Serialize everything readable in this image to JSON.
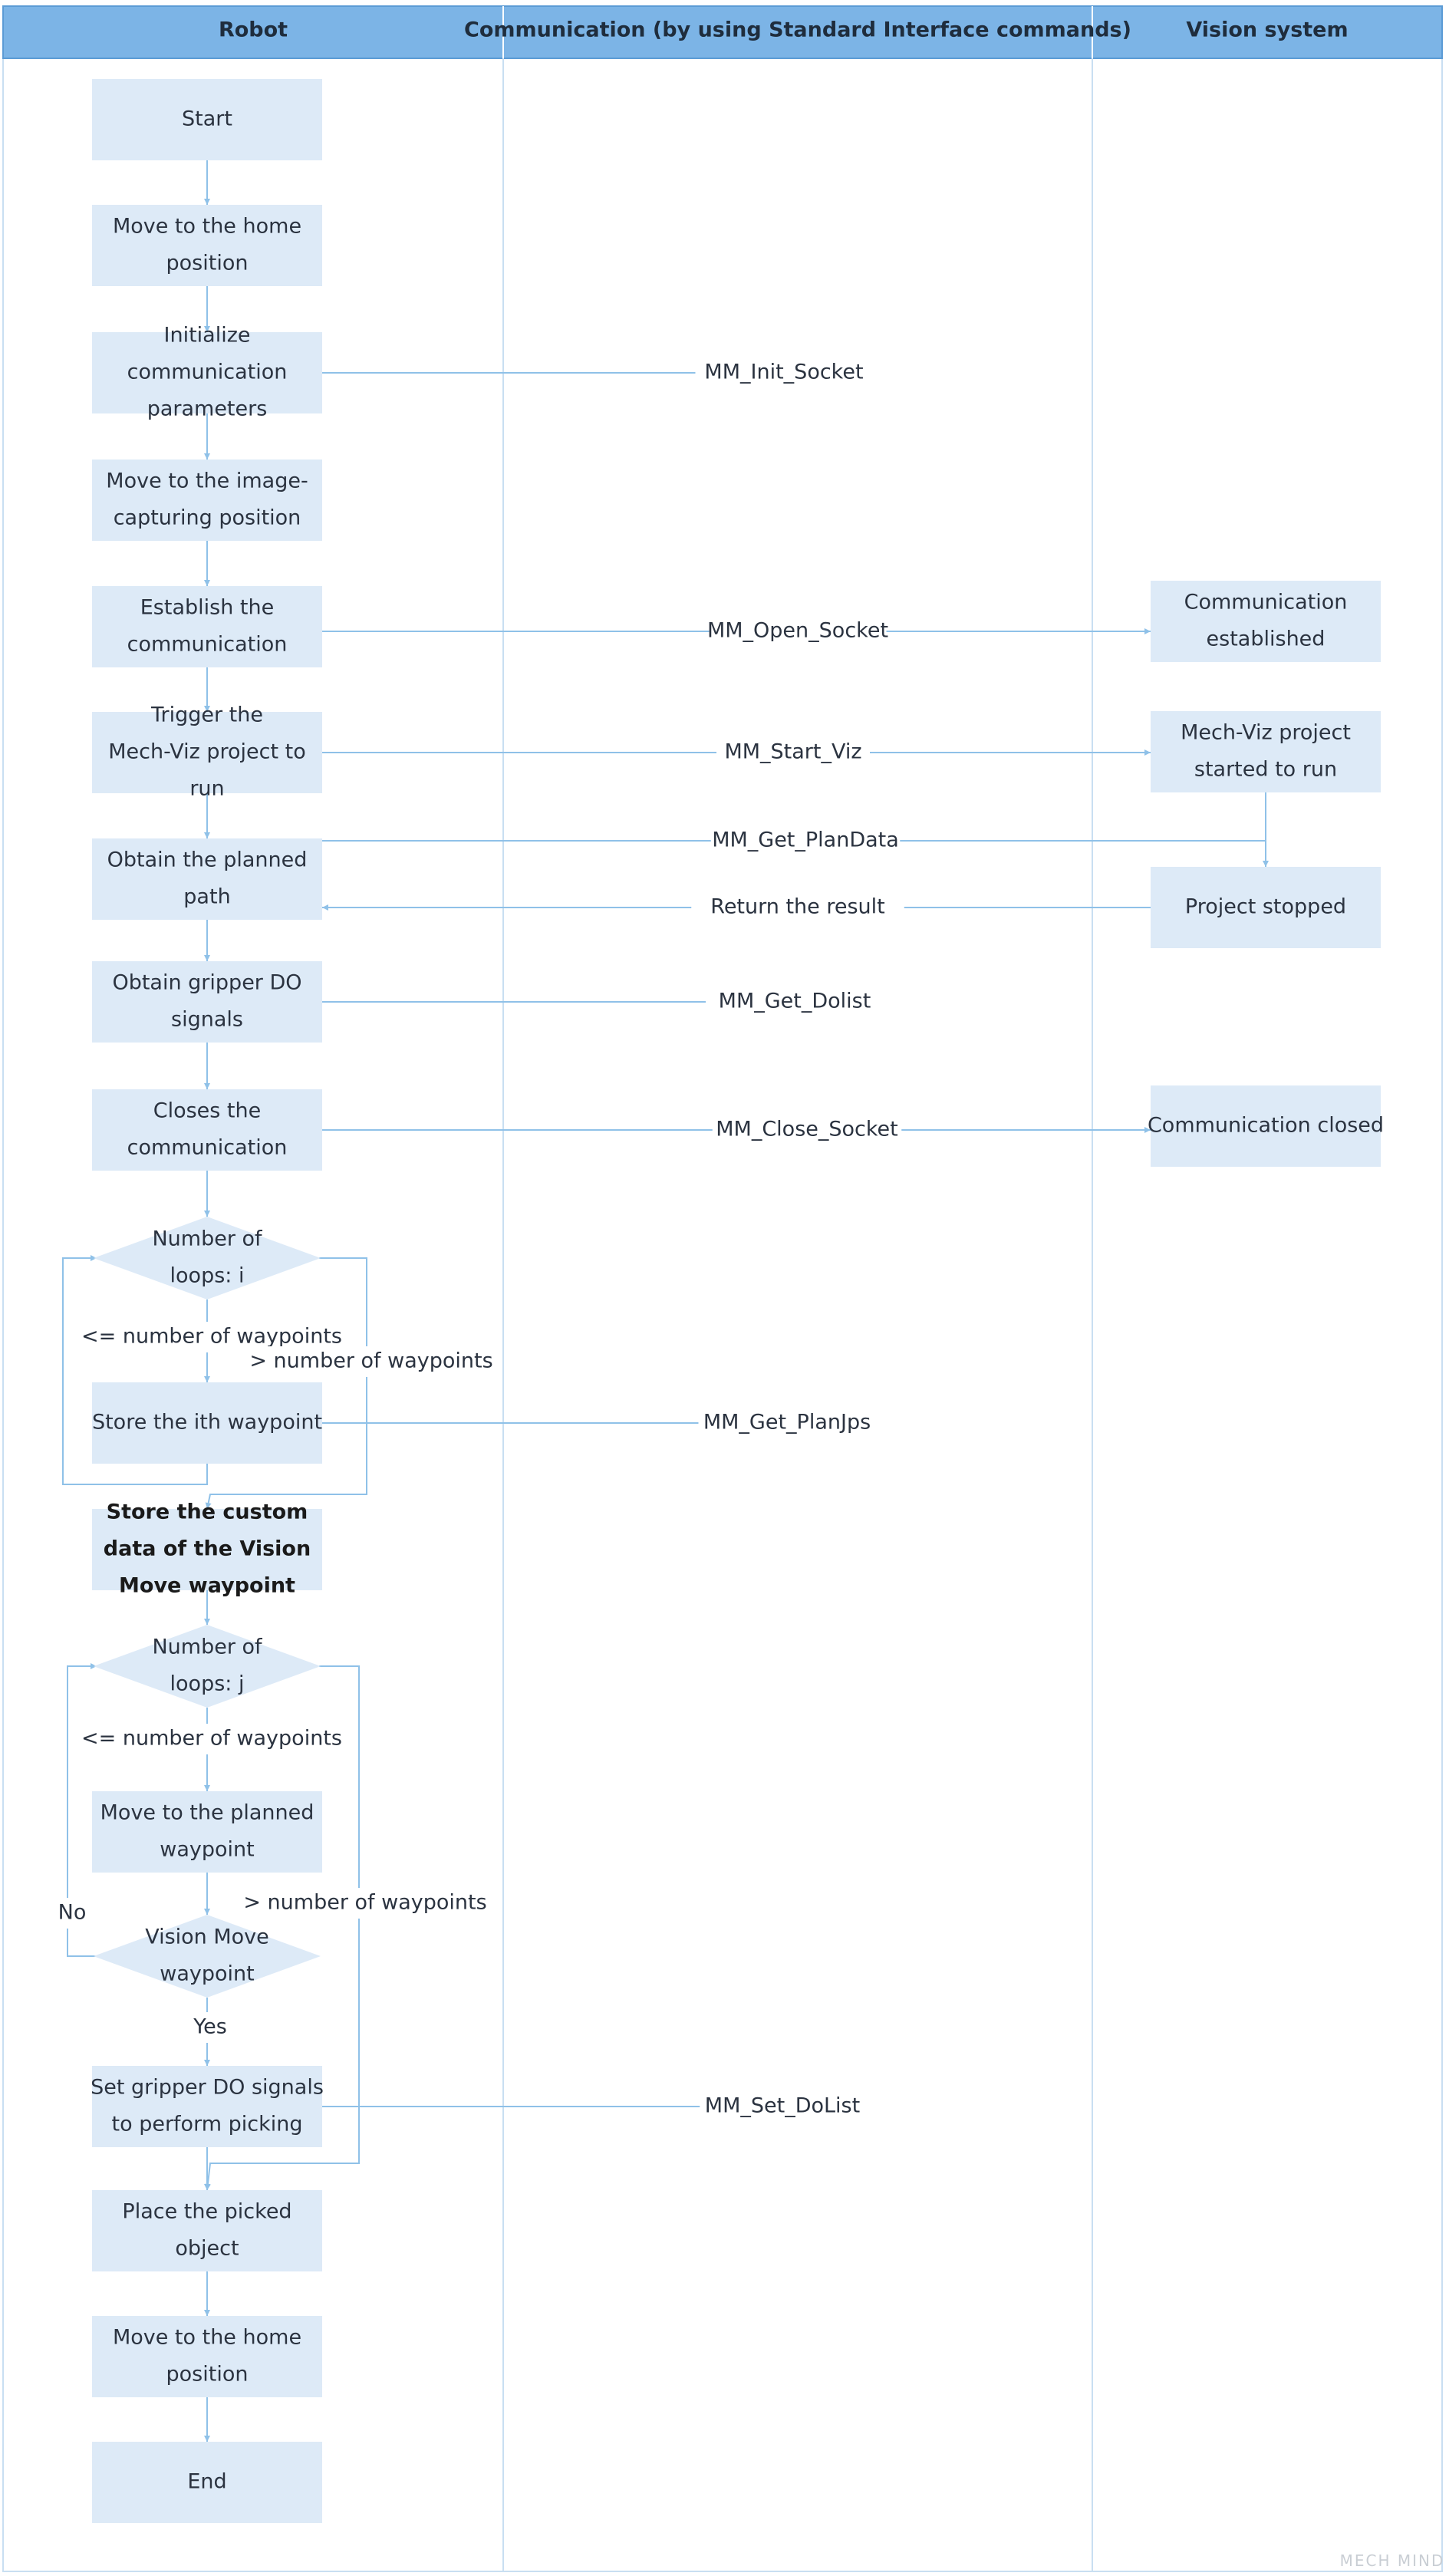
{
  "colors": {
    "header_fill": "#7cb4e6",
    "header_border": "#5b9bd5",
    "lane_border": "#c9dff2",
    "node_fill": "#ddeaf7",
    "connector": "#8fc1e8",
    "text": "#2b3340"
  },
  "lanes": [
    {
      "id": "robot",
      "title": "Robot"
    },
    {
      "id": "comm",
      "title": "Communication (by using Standard Interface commands)"
    },
    {
      "id": "vision",
      "title": "Vision system"
    }
  ],
  "nodes": [
    {
      "id": "start",
      "shape": "rect",
      "lines": [
        "Start"
      ]
    },
    {
      "id": "home1",
      "shape": "rect",
      "lines": [
        "Move to the home",
        "position"
      ]
    },
    {
      "id": "init",
      "shape": "rect",
      "lines": [
        "Initialize",
        "communication",
        "parameters"
      ]
    },
    {
      "id": "capture",
      "shape": "rect",
      "lines": [
        "Move to the image-",
        "capturing position"
      ]
    },
    {
      "id": "establish",
      "shape": "rect",
      "lines": [
        "Establish the",
        "communication"
      ]
    },
    {
      "id": "trigger",
      "shape": "rect",
      "lines": [
        "Trigger the",
        "Mech-Viz project to",
        "run"
      ]
    },
    {
      "id": "obtainpath",
      "shape": "rect",
      "lines": [
        "Obtain the planned",
        "path"
      ]
    },
    {
      "id": "obtaindo",
      "shape": "rect",
      "lines": [
        "Obtain gripper DO",
        "signals"
      ]
    },
    {
      "id": "closes",
      "shape": "rect",
      "lines": [
        "Closes the",
        "communication"
      ]
    },
    {
      "id": "loopi",
      "shape": "diamond",
      "lines": [
        "Number of",
        "loops: i"
      ]
    },
    {
      "id": "storeith",
      "shape": "rect",
      "lines": [
        "Store the ith waypoint"
      ]
    },
    {
      "id": "storecustom",
      "shape": "rect",
      "bold": true,
      "lines": [
        "Store the custom",
        "data of the Vision",
        "Move waypoint"
      ]
    },
    {
      "id": "loopj",
      "shape": "diamond",
      "lines": [
        "Number of",
        "loops: j"
      ]
    },
    {
      "id": "moveplanned",
      "shape": "rect",
      "lines": [
        "Move to the planned",
        "waypoint"
      ]
    },
    {
      "id": "visionmove",
      "shape": "diamond",
      "lines": [
        "Vision Move",
        "waypoint"
      ]
    },
    {
      "id": "setdo",
      "shape": "rect",
      "lines": [
        "Set gripper DO signals",
        "to perform picking"
      ]
    },
    {
      "id": "place",
      "shape": "rect",
      "lines": [
        "Place the picked",
        "object"
      ]
    },
    {
      "id": "home2",
      "shape": "rect",
      "lines": [
        "Move to the home",
        "position"
      ]
    },
    {
      "id": "end",
      "shape": "rect",
      "lines": [
        "End"
      ]
    },
    {
      "id": "v_established",
      "shape": "rect",
      "lines": [
        "Communication",
        "established"
      ]
    },
    {
      "id": "v_started",
      "shape": "rect",
      "lines": [
        "Mech-Viz project",
        "started to run"
      ]
    },
    {
      "id": "v_stopped",
      "shape": "rect",
      "lines": [
        "Project stopped"
      ]
    },
    {
      "id": "v_closed",
      "shape": "rect",
      "lines": [
        "Communication closed"
      ]
    }
  ],
  "edge_labels": {
    "init_socket": "MM_Init_Socket",
    "open_socket": "MM_Open_Socket",
    "start_viz": "MM_Start_Viz",
    "get_plandata": "MM_Get_PlanData",
    "return_result": "Return the result",
    "get_dolist": "MM_Get_Dolist",
    "close_socket": "MM_Close_Socket",
    "i_le": "<= number of waypoints",
    "i_gt": "> number of waypoints",
    "get_planjps": "MM_Get_PlanJps",
    "j_le": "<= number of waypoints",
    "j_gt": "> number of waypoints",
    "no": "No",
    "yes": "Yes",
    "set_dolist": "MM_Set_DoList"
  },
  "watermark": "MECH MIND"
}
